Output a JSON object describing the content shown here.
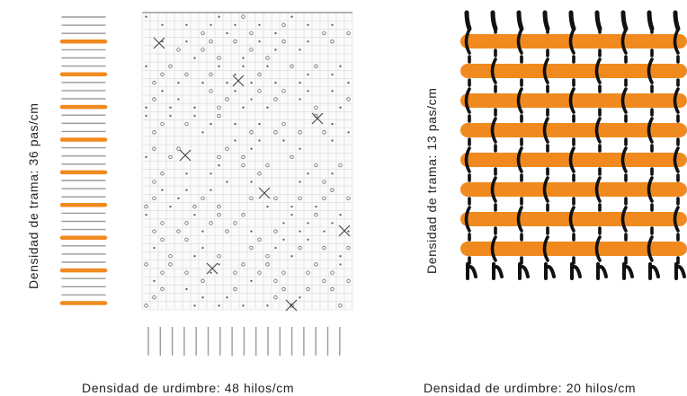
{
  "left_panel": {
    "weft_density_label": "Densidad de trama: 36 pas/cm",
    "warp_density_label": "Densidad de urdimbre: 48 hilos/cm"
  },
  "right_panel": {
    "weft_density_label": "Densidad de trama: 13 pas/cm",
    "warp_density_label": "Densidad de urdimbre: 20 hilos/cm"
  },
  "colors": {
    "weft_orange": "#f08a1e",
    "thread_gray": "#9a9a9a",
    "warp_black": "#111111",
    "grid_line": "#d8d8d8",
    "mark": "#555555"
  }
}
